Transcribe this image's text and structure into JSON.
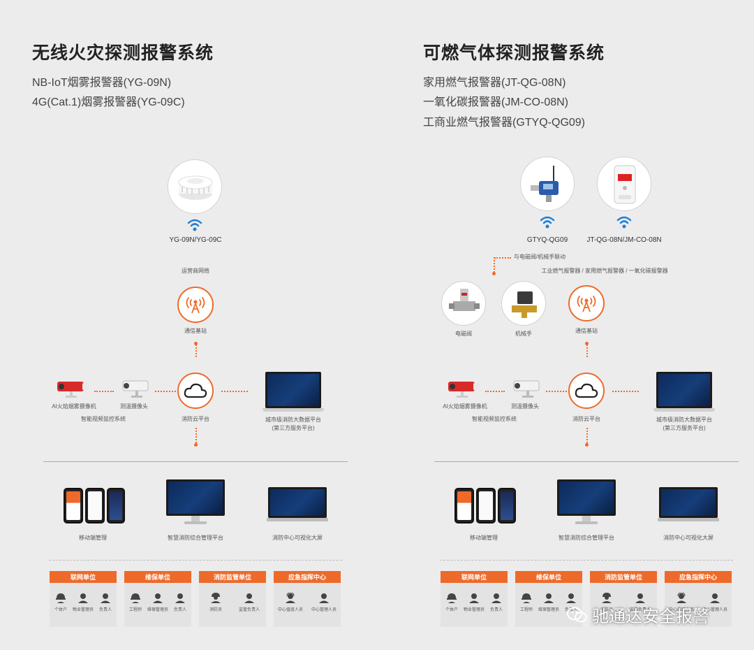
{
  "left": {
    "title": "无线火灾探测报警系统",
    "subtitles": [
      "NB-IoT烟雾报警器(YG-09N)",
      "4G(Cat.1)烟雾报警器(YG-09C)"
    ],
    "device_label": "YG-09N/YG-09C",
    "operator_label": "运营商网络",
    "station_label": "通信基站",
    "cam1_label": "AI火焰烟雾摄像机",
    "cam2_label": "测温摄像头",
    "camera_system_label": "智能视频监控系统",
    "cloud_label": "消防云平台",
    "city_platform_label": "城市级消防大数据平台\n(第三方服务平台)",
    "terminals": [
      "移动端管理",
      "智慧消防综合管理平台",
      "消防中心可视化大屏"
    ],
    "units": [
      {
        "name": "联网单位",
        "roles": [
          "个体户",
          "物业管理员",
          "负责人"
        ]
      },
      {
        "name": "维保单位",
        "roles": [
          "工程师",
          "维保管理员",
          "负责人"
        ]
      },
      {
        "name": "消防监管单位",
        "roles": [
          "消防员",
          "监管负责人"
        ]
      },
      {
        "name": "应急指挥中心",
        "roles": [
          "中心值班人员",
          "中心管理人员"
        ]
      }
    ]
  },
  "right": {
    "title": "可燃气体探测报警系统",
    "subtitles": [
      "家用燃气报警器(JT-QG-08N)",
      "一氧化碳报警器(JM-CO-08N)",
      "工商业燃气报警器(GTYQ-QG09)"
    ],
    "device1_label": "GTYQ-QG09",
    "device2_label": "JT-QG-08N/JM-CO-08N",
    "linkage_label": "与电磁阀/机械手联动",
    "alarm_types_label": "工业燃气报警器 / 家用燃气报警器 / 一氧化碳报警器",
    "valve_label": "电磁阀",
    "manipulator_label": "机械手",
    "station_label": "通信基站",
    "cam1_label": "AI火焰烟雾摄像机",
    "cam2_label": "测温摄像头",
    "camera_system_label": "智能视频监控系统",
    "cloud_label": "消防云平台",
    "city_platform_label": "城市级消防大数据平台\n(第三方服务平台)",
    "terminals": [
      "移动端管理",
      "智慧消防综合管理平台",
      "消防中心可视化大屏"
    ],
    "units": [
      {
        "name": "联网单位",
        "roles": [
          "个体户",
          "物业管理员",
          "负责人"
        ]
      },
      {
        "name": "维保单位",
        "roles": [
          "工程师",
          "维保管理员",
          "负责人"
        ]
      },
      {
        "name": "消防监管单位",
        "roles": [
          "消防员",
          "监管负责人"
        ]
      },
      {
        "name": "应急指挥中心",
        "roles": [
          "中心值班人员",
          "中心管理人员"
        ]
      }
    ]
  },
  "watermark": "驰通达安全报警",
  "colors": {
    "accent": "#ee6a2a",
    "background": "#ececec",
    "wifi": "#1f7ed6"
  }
}
